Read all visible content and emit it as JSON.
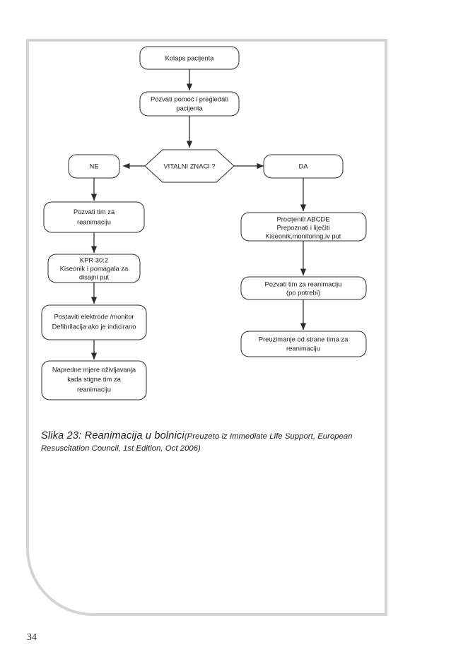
{
  "page": {
    "number": "34",
    "frame_color": "#d4d4d4"
  },
  "figure": {
    "title_main": "Slika 23: Reanimacija u bolnici",
    "source_line1": "(Preuzeto iz Immediate Life Support, European",
    "source_line2": "Resuscitation Council, 1st Edition, Oct 2006)"
  },
  "chart_data": {
    "type": "diagram",
    "diagram_kind": "flowchart",
    "title": "Slika 23: Reanimacija u bolnici",
    "orientation": "top-down with left/right branches",
    "nodes": [
      {
        "id": "n1",
        "shape": "rounded-rect",
        "lines": [
          "Kolaps pacijenta"
        ],
        "bold": []
      },
      {
        "id": "n2",
        "shape": "rounded-rect",
        "lines": [
          "Pozvati pomoć i pregledati",
          "pacijenta"
        ],
        "bold": []
      },
      {
        "id": "d1",
        "shape": "hexagon",
        "lines": [
          "VITALNI ZNACI ?"
        ],
        "bold": []
      },
      {
        "id": "ne",
        "shape": "rounded-rect",
        "lines": [
          "NE"
        ],
        "bold": []
      },
      {
        "id": "da",
        "shape": "rounded-rect",
        "lines": [
          "DA"
        ],
        "bold": []
      },
      {
        "id": "l1",
        "shape": "rounded-rect",
        "lines": [
          "Pozvati tim za",
          "reanimaciju"
        ],
        "bold": [
          "Pozvati"
        ]
      },
      {
        "id": "l2",
        "shape": "rounded-rect",
        "lines": [
          "KPR 30:2",
          "Kiseonik i pomagala  za",
          "disajni put"
        ],
        "bold": []
      },
      {
        "id": "l3",
        "shape": "rounded-rect",
        "lines": [
          "Postaviti  elektrode /monitor",
          "Defibrilacija ako je indicirano"
        ],
        "bold": []
      },
      {
        "id": "l4",
        "shape": "rounded-rect",
        "lines": [
          "Napredne mjere oživljavanja",
          "kada stigne tim za",
          "reanimaciju"
        ],
        "bold": [
          "stigne"
        ]
      },
      {
        "id": "r1",
        "shape": "rounded-rect",
        "lines": [
          "Procijeniti ABCDE",
          "Prepoznati i liječiti",
          "Kiseonik,monitoring,iv put"
        ],
        "bold": []
      },
      {
        "id": "r2",
        "shape": "rounded-rect",
        "lines": [
          "Pozvati tim za reanimaciju",
          "(po potrebi)"
        ],
        "bold": []
      },
      {
        "id": "r3",
        "shape": "rounded-rect",
        "lines": [
          "Preuzimanje od strane tima za",
          "reanimaciju"
        ],
        "bold": []
      }
    ],
    "edges": [
      {
        "from": "n1",
        "to": "n2",
        "label": ""
      },
      {
        "from": "n2",
        "to": "d1",
        "label": ""
      },
      {
        "from": "d1",
        "to": "ne",
        "label": "NE"
      },
      {
        "from": "d1",
        "to": "da",
        "label": "DA"
      },
      {
        "from": "ne",
        "to": "l1",
        "label": ""
      },
      {
        "from": "l1",
        "to": "l2",
        "label": ""
      },
      {
        "from": "l2",
        "to": "l3",
        "label": ""
      },
      {
        "from": "l3",
        "to": "l4",
        "label": ""
      },
      {
        "from": "da",
        "to": "r1",
        "label": ""
      },
      {
        "from": "r1",
        "to": "r2",
        "label": ""
      },
      {
        "from": "r2",
        "to": "r3",
        "label": ""
      }
    ]
  },
  "nodes": {
    "kolaps": {
      "line1": "Kolaps pacijenta"
    },
    "pozvati_pomoc": {
      "line1": "Pozvati pomoć i pregledati",
      "line2": "pacijenta"
    },
    "vitalni": {
      "line1": "VITALNI ZNACI ?"
    },
    "ne": {
      "line1": "NE"
    },
    "da": {
      "line1": "DA"
    },
    "pozvati_tim": {
      "bold1": "Pozvati",
      "rest1": " tim za",
      "line2": "reanimaciju"
    },
    "kpr": {
      "line1": "KPR 30:2",
      "line2": "Kiseonik i pomagala  za",
      "line3": "disajni put"
    },
    "elektrode": {
      "line1": "Postaviti  elektrode /monitor",
      "line2": "Defibrilacija ako je indicirano"
    },
    "napredne": {
      "line1": "Napredne mjere oživljavanja",
      "pre2": "kada ",
      "bold2": "stigne",
      "post2": " tim za",
      "line3": "reanimaciju"
    },
    "abcde": {
      "line1": "Procijeniti ABCDE",
      "line2": "Prepoznati i liječiti",
      "line3": "Kiseonik,monitoring,iv put"
    },
    "pozvati_po_potrebi": {
      "line1": "Pozvati tim za reanimaciju",
      "line2": "(po potrebi)"
    },
    "preuzimanje": {
      "line1": "Preuzimanje od strane tima za",
      "line2": "reanimaciju"
    }
  }
}
